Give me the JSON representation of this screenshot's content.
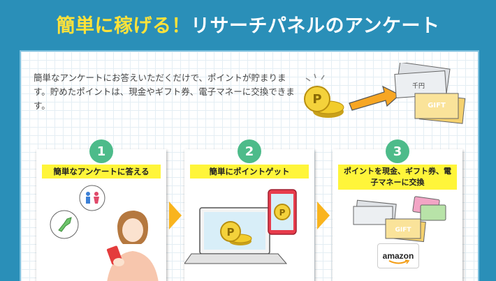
{
  "header": {
    "title_em": "簡単に稼げる！",
    "title_rest": "リサーチパネルのアンケート"
  },
  "intro": {
    "text": "簡単なアンケートにお答えいただくだけで、ポイントが貯まります。貯めたポイントは、現金やギフト券、電子マネーに交換できます。"
  },
  "hero": {
    "gift_text": "GIFT",
    "bill_text": "千円"
  },
  "steps": [
    {
      "num": "1",
      "label": "簡単なアンケートに答える"
    },
    {
      "num": "2",
      "label": "簡単にポイントゲット"
    },
    {
      "num": "3",
      "label": "ポイントを現金、ギフト券、電子マネーに交換"
    }
  ],
  "step3": {
    "gift_text": "GIFT",
    "amazon_text": "amazon"
  },
  "colors": {
    "background": "#2a8fb8",
    "accent_yellow": "#ffe23a",
    "step_green": "#4dbb8a",
    "arrow_orange": "#f9b41e",
    "label_yellow": "#fff53a"
  }
}
